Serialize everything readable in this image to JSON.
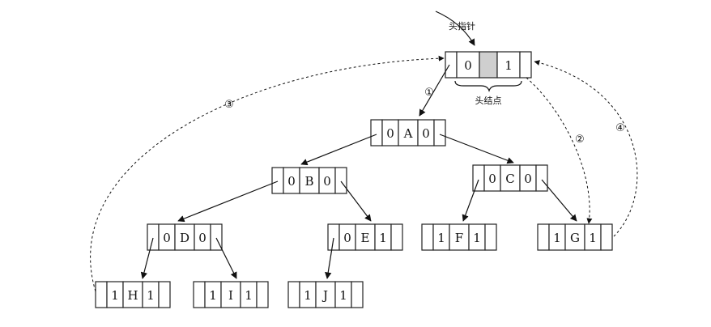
{
  "head_pointer_label": "头指针",
  "head_node_label": "头结点",
  "head_node": {
    "ltag": "0",
    "data": "",
    "rtag": "1"
  },
  "nodes": {
    "A": {
      "ltag": "0",
      "data": "A",
      "rtag": "0"
    },
    "B": {
      "ltag": "0",
      "data": "B",
      "rtag": "0"
    },
    "C": {
      "ltag": "0",
      "data": "C",
      "rtag": "0"
    },
    "D": {
      "ltag": "0",
      "data": "D",
      "rtag": "0"
    },
    "E": {
      "ltag": "0",
      "data": "E",
      "rtag": "1"
    },
    "F": {
      "ltag": "1",
      "data": "F",
      "rtag": "1"
    },
    "G": {
      "ltag": "1",
      "data": "G",
      "rtag": "1"
    },
    "H": {
      "ltag": "1",
      "data": "H",
      "rtag": "1"
    },
    "I": {
      "ltag": "1",
      "data": "I",
      "rtag": "1"
    },
    "J": {
      "ltag": "1",
      "data": "J",
      "rtag": "1"
    }
  },
  "thread_labels": [
    "①",
    "②",
    "③",
    "④"
  ]
}
